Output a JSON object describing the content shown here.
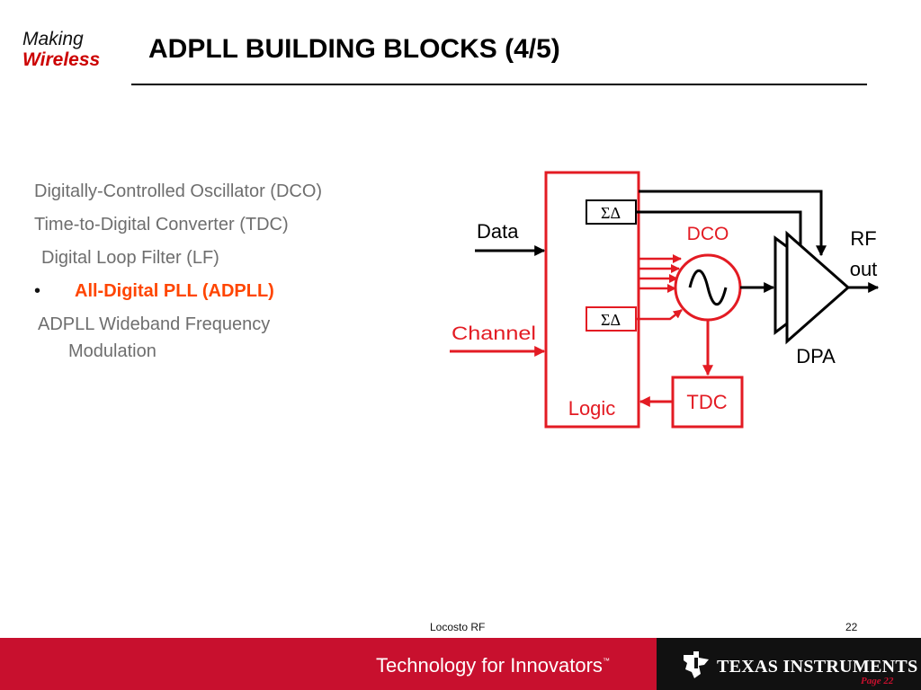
{
  "logo": {
    "line1": "Making",
    "line2": "Wireless"
  },
  "slide": {
    "title": "ADPLL BUILDING BLOCKS (4/5)"
  },
  "bullets": {
    "item1": "Digitally-Controlled Oscillator (DCO)",
    "item2": "Time-to-Digital Converter (TDC)",
    "item3": "Digital Loop Filter (LF)",
    "item4_marker": "•",
    "item4": "All-Digital PLL (ADPLL)",
    "item5_line1": "ADPLL Wideband Frequency",
    "item5_line2": "Modulation"
  },
  "diagram": {
    "data_label": "Data",
    "channel_label": "Channel",
    "logic_label": "Logic",
    "sigma_delta_top": "ΣΔ",
    "sigma_delta_bottom": "ΣΔ",
    "dco_label": "DCO",
    "tdc_label": "TDC",
    "rf_label": "RF",
    "out_label": "out",
    "dpa_label": "DPA"
  },
  "footer": {
    "center_text": "Locosto RF",
    "page_number": "22",
    "tagline": "Technology for Innovators",
    "trademark": "™",
    "company": "TEXAS INSTRUMENTS",
    "page_tag": "Page 22"
  },
  "colors": {
    "accent_red": "#e31b23",
    "highlight_orange": "#ff4500",
    "ti_red": "#c8102e"
  }
}
